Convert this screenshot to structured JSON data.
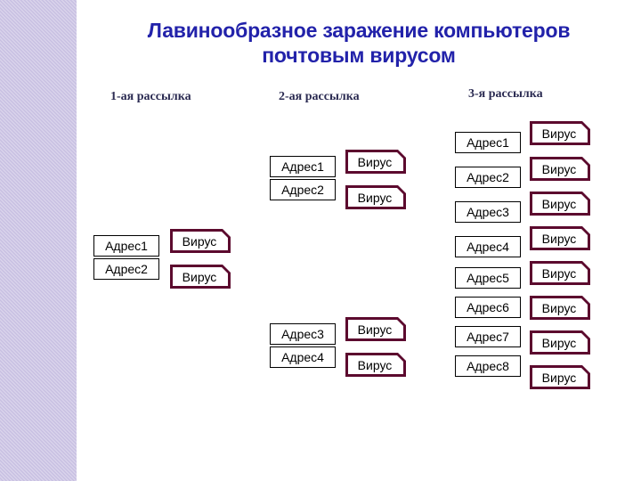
{
  "slide": {
    "title": "Лавинообразное заражение компьютеров почтовым вирусом",
    "title_line1": "Лавинообразное заражение компьютеров",
    "title_line2": "почтовым вирусом",
    "title_color": "#2222AA",
    "background_color": "#FFFFFF",
    "side_strip_color": "#C8C0E2",
    "virus_border_color": "#5C0A2E",
    "address_border_color": "#000000",
    "header_color": "#2B2B52"
  },
  "columns": [
    {
      "header": "1-ая рассылка",
      "addresses": [
        "Адрес1",
        "Адрес2"
      ],
      "viruses": [
        "Вирус",
        "Вирус"
      ]
    },
    {
      "header": "2-ая рассылка",
      "addresses": [
        "Адрес1",
        "Адрес2",
        "Адрес3",
        "Адрес4"
      ],
      "viruses": [
        "Вирус",
        "Вирус",
        "Вирус",
        "Вирус"
      ]
    },
    {
      "header": "3-я рассылка",
      "addresses": [
        "Адрес1",
        "Адрес2",
        "Адрес3",
        "Адрес4",
        "Адрес5",
        "Адрес6",
        "Адрес7",
        "Адрес8"
      ],
      "viruses": [
        "Вирус",
        "Вирус",
        "Вирус",
        "Вирус",
        "Вирус",
        "Вирус",
        "Вирус",
        "Вирус"
      ]
    }
  ]
}
